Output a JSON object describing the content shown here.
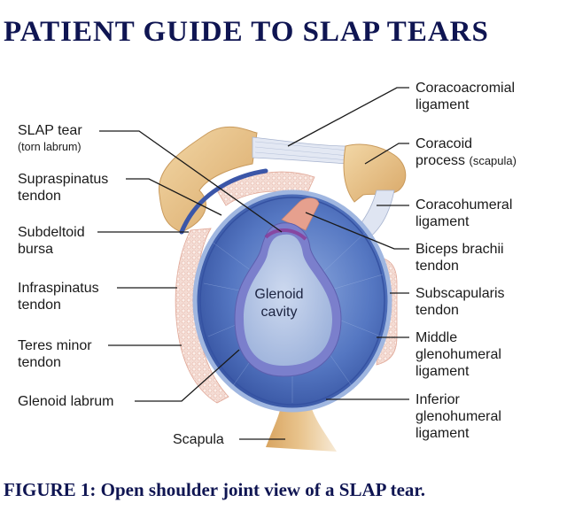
{
  "title": "PATIENT GUIDE TO SLAP TEARS",
  "caption": "FIGURE 1: Open shoulder joint view of a SLAP tear.",
  "colors": {
    "heading": "#0f1552",
    "bone": "#e9c58f",
    "joint_capsule": "#4f70b8",
    "glenoid_cavity": "#b6c8e6",
    "labrum": "#7b7fcc",
    "tendon_tissue": "#f3d7cf",
    "biceps": "#e6a08e"
  },
  "labels": {
    "left": [
      {
        "line1": "SLAP tear",
        "line2": "(torn labrum)"
      },
      {
        "line1": "Supraspinatus",
        "line2": "tendon"
      },
      {
        "line1": "Subdeltoid",
        "line2": "bursa"
      },
      {
        "line1": "Infraspinatus",
        "line2": "tendon"
      },
      {
        "line1": "Teres minor",
        "line2": "tendon"
      },
      {
        "line1": "Glenoid labrum"
      }
    ],
    "right": [
      {
        "line1": "Coracoacromial",
        "line2": "ligament"
      },
      {
        "line1": "Coracoid",
        "line2a": "process",
        "line2b": "(scapula)"
      },
      {
        "line1": "Coracohumeral",
        "line2": "ligament"
      },
      {
        "line1": "Biceps brachii",
        "line2": "tendon"
      },
      {
        "line1": "Subscapularis",
        "line2": "tendon"
      },
      {
        "line1": "Middle",
        "line2": "glenohumeral",
        "line3": "ligament"
      },
      {
        "line1": "Inferior",
        "line2": "glenohumeral",
        "line3": "ligament"
      }
    ],
    "bottom": {
      "line1": "Scapula"
    },
    "center": {
      "line1": "Glenoid",
      "line2": "cavity"
    }
  }
}
